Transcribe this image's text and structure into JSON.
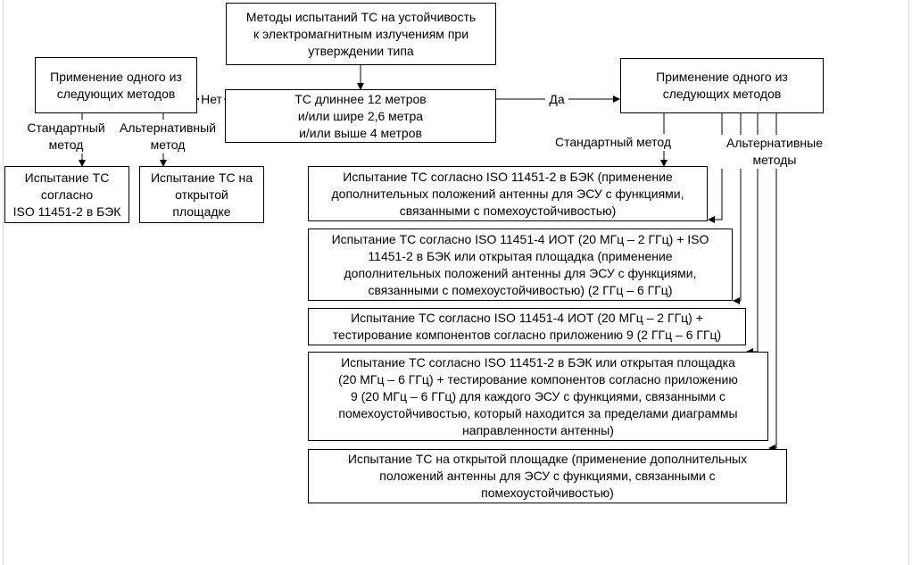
{
  "diagram": {
    "top_box": "Методы испытаний ТС на устойчивость\nк электромагнитным излучениям при\nутверждении типа",
    "decision_box": "ТС длиннее 12 метров\nи/или шире 2,6 метра\nи/или выше 4 метров",
    "left_apply_box": "Применение одного из\nследующих методов",
    "right_apply_box": "Применение одного из\nследующих методов",
    "label_no": "Нет",
    "label_yes": "Да",
    "label_left_standard": "Стандартный\nметод",
    "label_left_alternative": "Альтернативный\nметод",
    "label_right_standard": "Стандартный метод",
    "label_right_alternatives": "Альтернативные\nметоды",
    "left_standard_box": "Испытание ТС\nсогласно\nISO 11451-2 в БЭК",
    "left_alternative_box": "Испытание ТС  на\nоткрытой\nплощадке",
    "right_boxes": [
      "Испытание ТС согласно ISO 11451-2 в БЭК (применение\nдополнительных положений антенны для ЭСУ с функциями,\nсвязанными с помехоустойчивостью)",
      "Испытание ТС согласно ISO 11451-4 ИОТ (20 МГц – 2 ГГц) +  ISO\n11451-2 в БЭК или открытая площадка (применение\nдополнительных положений антенны для ЭСУ с функциями,\nсвязанными с помехоустойчивостью) (2 ГГц – 6 ГГц)",
      "Испытание ТС согласно ISO 11451-4 ИОТ (20 МГц – 2 ГГц) +\nтестирование компонентов согласно приложению 9 (2 ГГц – 6 ГГц)",
      "Испытание ТС согласно  ISO 11451-2 в БЭК или открытая площадка\n(20 МГц – 6 ГГц) + тестирование компонентов согласно приложению\n9 (20 МГц – 6 ГГц) для каждого ЭСУ с функциями, связанными с\nпомехоустойчивостью, который находится за пределами диаграммы\nнаправленности антенны)",
      "Испытание ТС на открытой площадке (применение дополнительных\nположений антенны для ЭСУ с функциями, связанными с\nпомехоустойчивостью)"
    ]
  }
}
